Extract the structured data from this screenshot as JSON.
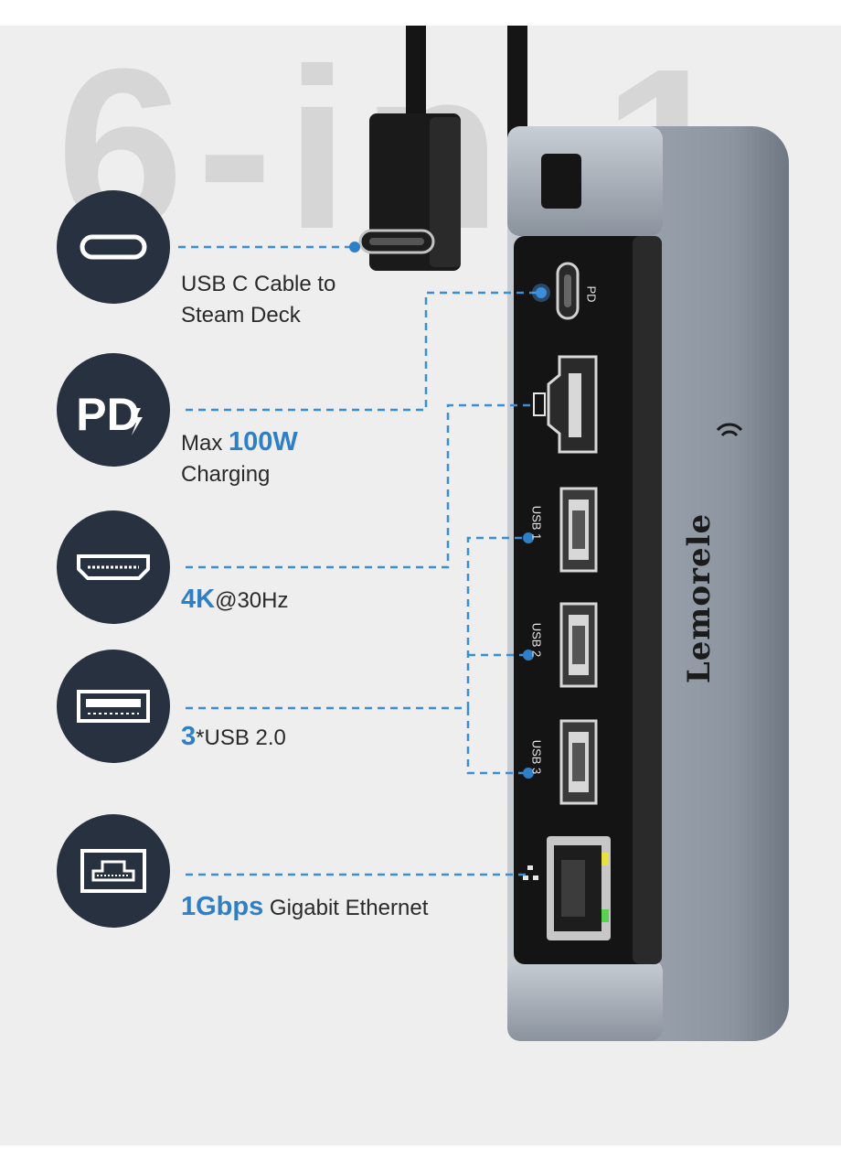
{
  "background_title": "6-in-1",
  "brand": "Lemorele",
  "features": [
    {
      "icon": "usb-c-icon",
      "line1_pre": "",
      "line1_hl": "",
      "line1_post": "USB C Cable to",
      "line2": "Steam Deck"
    },
    {
      "icon": "pd-icon",
      "icon_text": "PD",
      "line1_pre": "Max ",
      "line1_hl": "100W",
      "line1_post": "",
      "line2": "Charging"
    },
    {
      "icon": "hdmi-icon",
      "line1_pre": "",
      "line1_hl": "4K",
      "line1_post": "@30Hz",
      "line2": ""
    },
    {
      "icon": "usb-a-icon",
      "line1_pre": "",
      "line1_hl": "3",
      "line1_post": "*USB 2.0",
      "line2": ""
    },
    {
      "icon": "ethernet-icon",
      "line1_pre": "",
      "line1_hl": "1Gbps",
      "line1_post": " Gigabit Ethernet",
      "line2": ""
    }
  ],
  "ports": {
    "pd": "PD",
    "usb1": "USB 1",
    "usb2": "USB 2",
    "usb3": "USB 3"
  },
  "colors": {
    "accent": "#2e7fc6",
    "icon_circle": "#283140",
    "body": "#9aa2ad",
    "panel": "#161616"
  }
}
